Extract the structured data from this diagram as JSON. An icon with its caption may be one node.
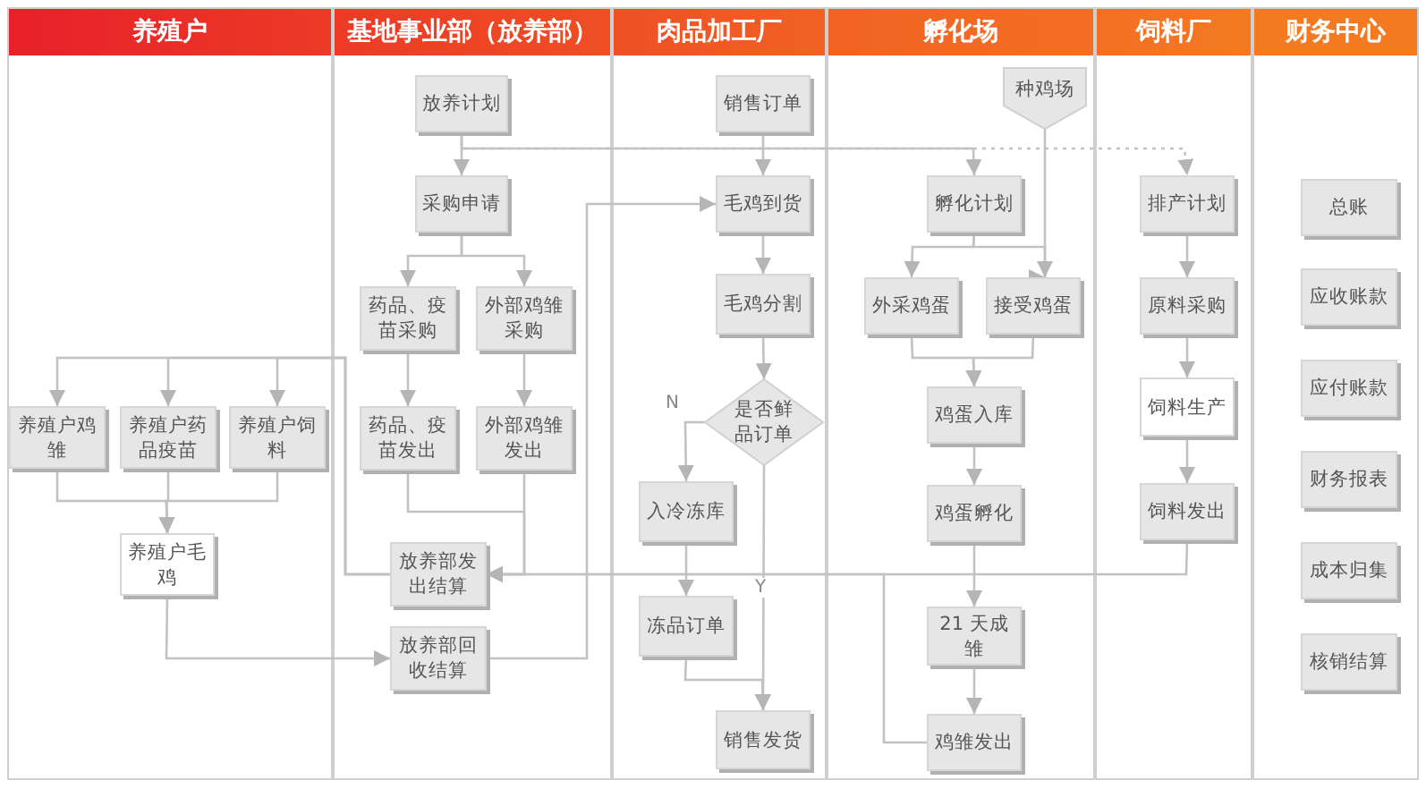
{
  "diagram": {
    "nodes": [
      {
        "text": [
          "养殖户"
        ]
      },
      {
        "text": [
          "基地事业部（放养部）"
        ]
      },
      {
        "text": [
          "肉品加工厂"
        ]
      },
      {
        "text": [
          "孵化场"
        ]
      },
      {
        "text": [
          "饲料厂"
        ]
      },
      {
        "text": [
          "财务中心"
        ]
      },
      {
        "text": [
          "养殖户鸡雏"
        ],
        "in": 0
      },
      {
        "text": [
          "养殖户药品疫苗"
        ],
        "in": 0
      },
      {
        "text": [
          "养殖户饲料"
        ],
        "in": 0
      },
      {
        "text": [
          "养殖户毛鸡"
        ],
        "in": 0
      },
      {
        "text": [
          "放养计划"
        ],
        "in": 1
      },
      {
        "text": [
          "采购申请"
        ],
        "in": 1
      },
      {
        "text": [
          "药品、疫苗采购"
        ],
        "in": 1
      },
      {
        "text": [
          "外部鸡雏采购"
        ],
        "in": 1
      },
      {
        "text": [
          "药品、疫苗发出"
        ],
        "in": 1
      },
      {
        "text": [
          "外部鸡雏发出"
        ],
        "in": 1
      },
      {
        "text": [
          "放养部发出结算"
        ],
        "in": 1
      },
      {
        "text": [
          "放养部回收结算"
        ],
        "in": 1
      },
      {
        "text": [
          "销售订单"
        ],
        "in": 2
      },
      {
        "text": [
          "毛鸡到货"
        ],
        "in": 2
      },
      {
        "text": [
          "毛鸡分割"
        ],
        "in": 2
      },
      {
        "text": [
          "是否鲜品订单"
        ],
        "in": 2
      },
      {
        "text": [
          "入冷冻库"
        ],
        "in": 2
      },
      {
        "text": [
          "冻品订单"
        ],
        "in": 2
      },
      {
        "text": [
          "销售发货"
        ],
        "in": 2
      },
      {
        "text": [
          "种鸡场"
        ],
        "in": 3
      },
      {
        "text": [
          "孵化计划"
        ],
        "in": 3
      },
      {
        "text": [
          "外采鸡蛋"
        ],
        "in": 3
      },
      {
        "text": [
          "接受鸡蛋"
        ],
        "in": 3
      },
      {
        "text": [
          "鸡蛋入库"
        ],
        "in": 3
      },
      {
        "text": [
          "鸡蛋孵化"
        ],
        "in": 3
      },
      {
        "text": [
          "21 天成雏"
        ],
        "in": 3
      },
      {
        "text": [
          "鸡雏发出"
        ],
        "in": 3
      },
      {
        "text": [
          "排产计划"
        ],
        "in": 4
      },
      {
        "text": [
          "原料采购"
        ],
        "in": 4
      },
      {
        "text": [
          "饲料生产"
        ],
        "in": 4
      },
      {
        "text": [
          "饲料发出"
        ],
        "in": 4
      },
      {
        "text": [
          "总账"
        ],
        "in": 5
      },
      {
        "text": [
          "应收账款"
        ],
        "in": 5
      },
      {
        "text": [
          "应付账款"
        ],
        "in": 5
      },
      {
        "text": [
          "财务报表"
        ],
        "in": 5
      },
      {
        "text": [
          "成本归集"
        ],
        "in": 5
      },
      {
        "text": [
          "核销结算"
        ],
        "in": 5
      }
    ],
    "edges": [
      {
        "from": 10,
        "to": 11,
        "arrow": "to"
      },
      {
        "from": 10,
        "to": 26,
        "arrow": "to"
      },
      {
        "from": 10,
        "to": 33,
        "arrow": "to",
        "style": "dashed"
      },
      {
        "from": 18,
        "to": 19,
        "arrow": "to"
      },
      {
        "from": 11,
        "to": 12,
        "arrow": "to"
      },
      {
        "from": 11,
        "to": 13,
        "arrow": "to"
      },
      {
        "from": 12,
        "to": 14,
        "arrow": "to"
      },
      {
        "from": 13,
        "to": 15,
        "arrow": "to"
      },
      {
        "from": 14,
        "to": 16,
        "arrow": "to"
      },
      {
        "from": 15,
        "to": 16,
        "arrow": "to"
      },
      {
        "from": 36,
        "to": 16,
        "arrow": "to"
      },
      {
        "from": 32,
        "to": 16,
        "arrow": "to"
      },
      {
        "from": 16,
        "to": 6,
        "arrow": "to"
      },
      {
        "from": 16,
        "to": 7,
        "arrow": "to"
      },
      {
        "from": 16,
        "to": 8,
        "arrow": "to"
      },
      {
        "from": 6,
        "to": 9,
        "arrow": "to"
      },
      {
        "from": 7,
        "to": 9,
        "arrow": "to"
      },
      {
        "from": 8,
        "to": 9,
        "arrow": "to"
      },
      {
        "from": 9,
        "to": 17,
        "arrow": "to"
      },
      {
        "from": 17,
        "to": 19,
        "arrow": "to"
      },
      {
        "from": 19,
        "to": 20,
        "arrow": "to"
      },
      {
        "from": 20,
        "to": 21,
        "arrow": "to"
      },
      {
        "from": 21,
        "to": 22,
        "arrow": "to",
        "label": "N"
      },
      {
        "from": 21,
        "to": 24,
        "arrow": "to",
        "label": "Y"
      },
      {
        "from": 22,
        "to": 23,
        "arrow": "to"
      },
      {
        "from": 23,
        "to": 24,
        "arrow": "to"
      },
      {
        "from": 25,
        "to": 28,
        "arrow": "to"
      },
      {
        "from": 26,
        "to": 27,
        "arrow": "to"
      },
      {
        "from": 26,
        "to": 28,
        "arrow": "to"
      },
      {
        "from": 27,
        "to": 29,
        "arrow": "to"
      },
      {
        "from": 28,
        "to": 29,
        "arrow": "to"
      },
      {
        "from": 29,
        "to": 30,
        "arrow": "to"
      },
      {
        "from": 30,
        "to": 31,
        "arrow": "to"
      },
      {
        "from": 31,
        "to": 32,
        "arrow": "to"
      },
      {
        "from": 33,
        "to": 34,
        "arrow": "to"
      },
      {
        "from": 34,
        "to": 35,
        "arrow": "to"
      },
      {
        "from": 35,
        "to": 36,
        "arrow": "to"
      }
    ]
  }
}
